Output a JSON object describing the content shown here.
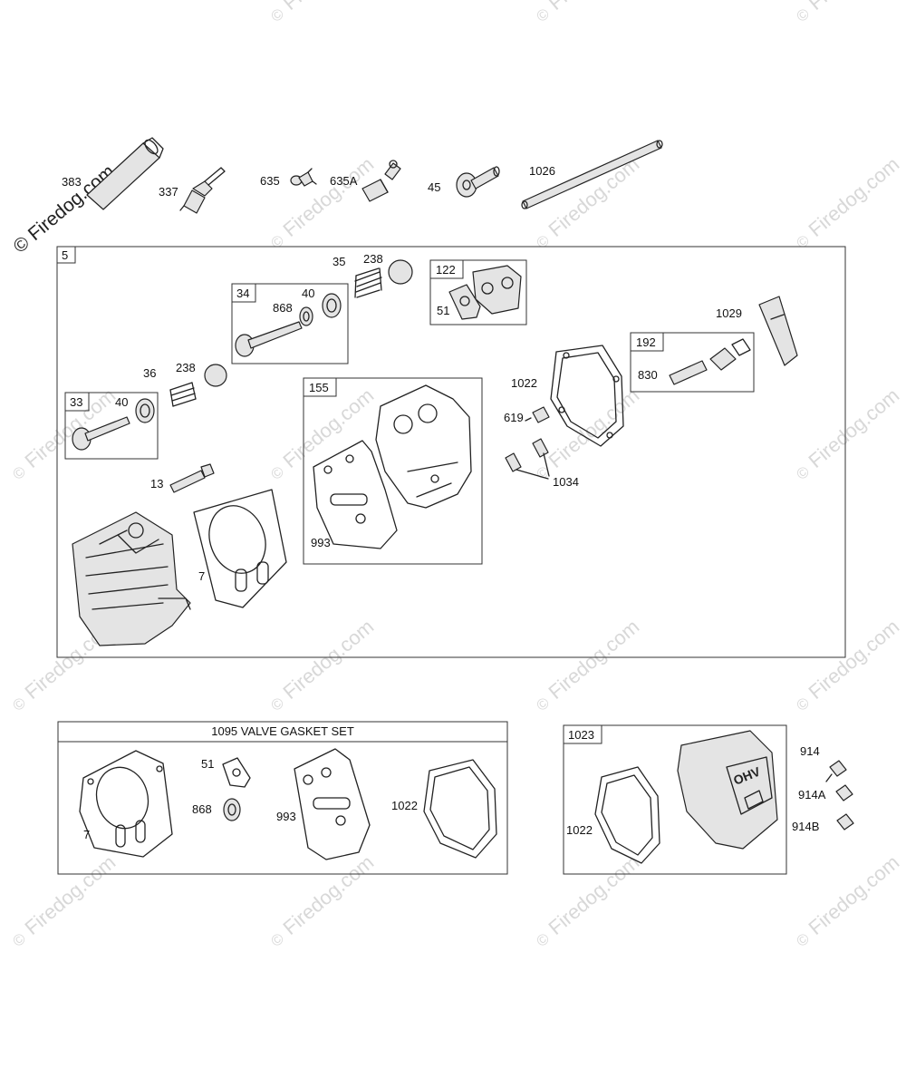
{
  "watermark": {
    "text": "Firedog.com",
    "copyright": "©",
    "top_left": "© Firedog.com"
  },
  "top_labels": {
    "p383": "383",
    "p337": "337",
    "p635": "635",
    "p635a": "635A",
    "p45": "45",
    "p1026": "1026"
  },
  "main_box": {
    "id": "5",
    "labels": {
      "p35": "35",
      "p238a": "238",
      "p122": "122",
      "p51": "51",
      "p34": "34",
      "p868": "868",
      "p40a": "40",
      "p1029": "1029",
      "p192": "192",
      "p830": "830",
      "p36": "36",
      "p238b": "238",
      "p1022": "1022",
      "p155": "155",
      "p33": "33",
      "p40b": "40",
      "p619": "619",
      "p1034": "1034",
      "p13": "13",
      "p993": "993",
      "p7": "7"
    }
  },
  "gasket_set": {
    "title": "1095 VALVE GASKET SET",
    "labels": {
      "p51": "51",
      "p868": "868",
      "p7": "7",
      "p993": "993",
      "p1022": "1022"
    }
  },
  "cover_box": {
    "id": "1023",
    "cover_text": "OHV",
    "labels": {
      "p1022": "1022"
    },
    "side_labels": {
      "p914": "914",
      "p914a": "914A",
      "p914b": "914B"
    }
  }
}
